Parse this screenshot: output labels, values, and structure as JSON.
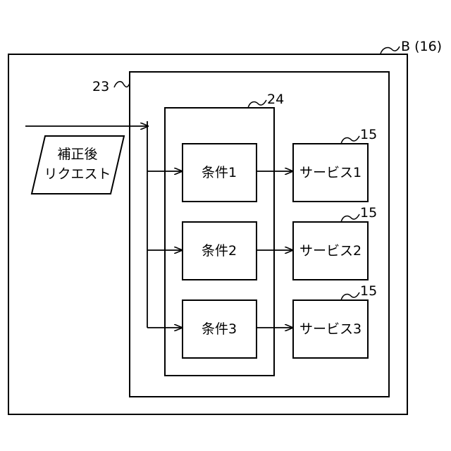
{
  "outer_block": {
    "ref": "B (16)"
  },
  "system_block": {
    "ref": "23"
  },
  "condition_group": {
    "ref": "24"
  },
  "request": {
    "line1": "補正後",
    "line2": "リクエスト"
  },
  "conditions": [
    {
      "label": "条件1"
    },
    {
      "label": "条件2"
    },
    {
      "label": "条件3"
    }
  ],
  "services": [
    {
      "label": "サービス1",
      "ref": "15"
    },
    {
      "label": "サービス2",
      "ref": "15"
    },
    {
      "label": "サービス3",
      "ref": "15"
    }
  ]
}
